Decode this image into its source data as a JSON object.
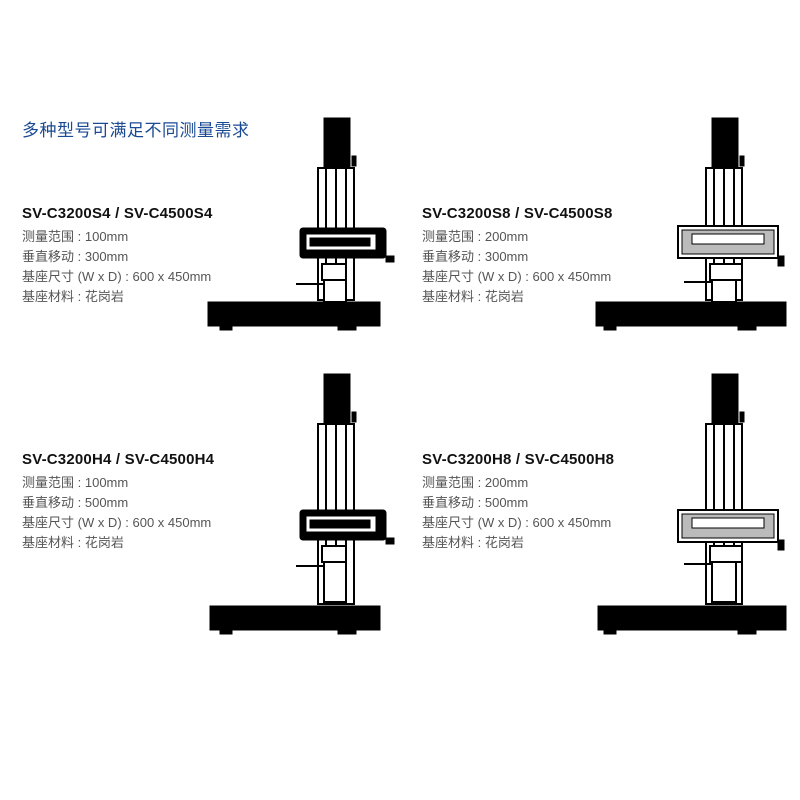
{
  "headline": "多种型号可满足不同测量需求",
  "models": [
    {
      "name": "SV-C3200S4 / SV-C4500S4",
      "specs": [
        {
          "label": "测量范围",
          "value": "100mm"
        },
        {
          "label": "垂直移动",
          "value": "300mm"
        },
        {
          "label": "基座尺寸 (W x D)",
          "value": "600 x 450mm"
        },
        {
          "label": "基座材料",
          "value": "花岗岩"
        }
      ]
    },
    {
      "name": "SV-C3200S8 / SV-C4500S8",
      "specs": [
        {
          "label": "测量范围",
          "value": "200mm"
        },
        {
          "label": "垂直移动",
          "value": "300mm"
        },
        {
          "label": "基座尺寸 (W x D)",
          "value": "600 x 450mm"
        },
        {
          "label": "基座材料",
          "value": "花岗岩"
        }
      ]
    },
    {
      "name": "SV-C3200H4 / SV-C4500H4",
      "specs": [
        {
          "label": "测量范围",
          "value": "100mm"
        },
        {
          "label": "垂直移动",
          "value": "500mm"
        },
        {
          "label": "基座尺寸 (W x D)",
          "value": "600 x 450mm"
        },
        {
          "label": "基座材料",
          "value": "花岗岩"
        }
      ]
    },
    {
      "name": "SV-C3200H8 / SV-C4500H8",
      "specs": [
        {
          "label": "测量范围",
          "value": "200mm"
        },
        {
          "label": "垂直移动",
          "value": "500mm"
        },
        {
          "label": "基座尺寸 (W x D)",
          "value": "600 x 450mm"
        },
        {
          "label": "基座材料",
          "value": "花岗岩"
        }
      ]
    }
  ],
  "colors": {
    "headline": "#1a4a94",
    "machine": "#000000"
  }
}
